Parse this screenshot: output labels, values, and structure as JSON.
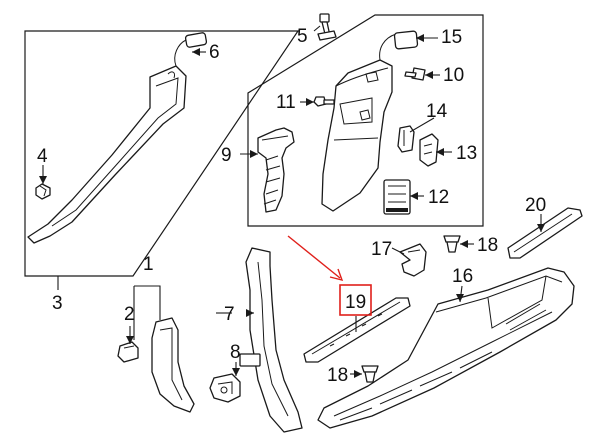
{
  "callouts": {
    "c1": "1",
    "c2": "2",
    "c3": "3",
    "c4": "4",
    "c5": "5",
    "c6": "6",
    "c7": "7",
    "c8": "8",
    "c9": "9",
    "c10": "10",
    "c11": "11",
    "c12": "12",
    "c13": "13",
    "c14": "14",
    "c15": "15",
    "c16": "16",
    "c17": "17",
    "c18a": "18",
    "c18b": "18",
    "c19": "19",
    "c20": "20"
  },
  "highlight": {
    "part": "19",
    "color": "#e0201b"
  },
  "colors": {
    "line": "#1a1a1a",
    "background": "#ffffff"
  }
}
